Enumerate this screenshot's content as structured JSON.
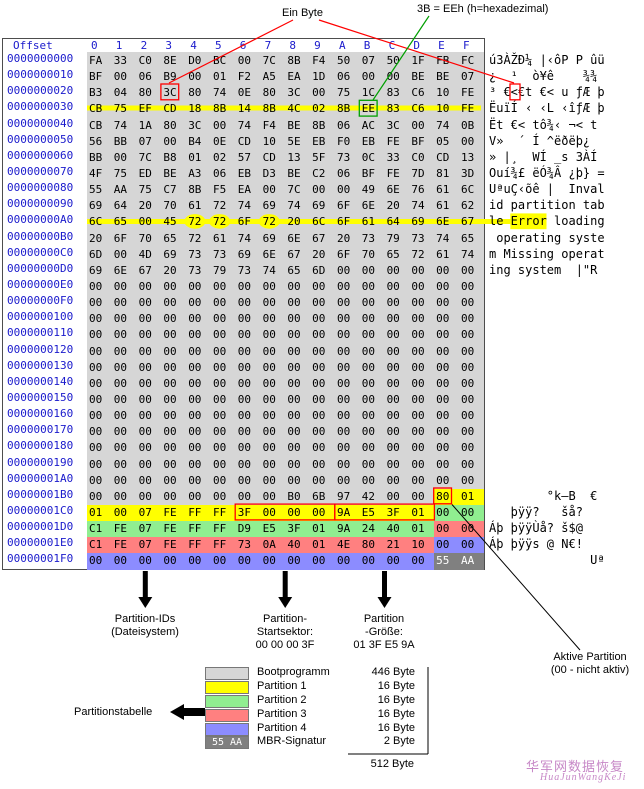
{
  "annotations": {
    "ein_byte": "Ein Byte",
    "eeh_note": "3B = EEh  (h=hexadezimal)",
    "partition_ids": [
      "Partition-IDs",
      "(Dateisystem)"
    ],
    "start_sector": [
      "Partition-",
      "Startsektor:",
      "00 00 00 3F"
    ],
    "size": [
      "Partition",
      "-Größe:",
      "01 3F E5 9A"
    ],
    "active_partition": [
      "Aktive Partition",
      "(00 - nicht aktiv)"
    ],
    "partitionstabelle": "Partitionstabelle"
  },
  "editor": {
    "offset_header": "Offset",
    "col_headers": [
      "0",
      "1",
      "2",
      "3",
      "4",
      "5",
      "6",
      "7",
      "8",
      "9",
      "A",
      "B",
      "C",
      "D",
      "E",
      "F"
    ],
    "offsets": [
      "0000000000",
      "0000000010",
      "0000000020",
      "0000000030",
      "0000000040",
      "0000000050",
      "0000000060",
      "0000000070",
      "0000000080",
      "0000000090",
      "00000000A0",
      "00000000B0",
      "00000000C0",
      "00000000D0",
      "00000000E0",
      "00000000F0",
      "0000000100",
      "0000000110",
      "0000000120",
      "0000000130",
      "0000000140",
      "0000000150",
      "0000000160",
      "0000000170",
      "0000000180",
      "0000000190",
      "00000001A0",
      "00000001B0",
      "00000001C0",
      "00000001D0",
      "00000001E0",
      "00000001F0"
    ],
    "rows": [
      [
        "FA",
        "33",
        "C0",
        "8E",
        "D0",
        "BC",
        "00",
        "7C",
        "8B",
        "F4",
        "50",
        "07",
        "50",
        "1F",
        "FB",
        "FC"
      ],
      [
        "BF",
        "00",
        "06",
        "B9",
        "00",
        "01",
        "F2",
        "A5",
        "EA",
        "1D",
        "06",
        "00",
        "00",
        "BE",
        "BE",
        "07"
      ],
      [
        "B3",
        "04",
        "80",
        "3C",
        "80",
        "74",
        "0E",
        "80",
        "3C",
        "00",
        "75",
        "1C",
        "83",
        "C6",
        "10",
        "FE"
      ],
      [
        "CB",
        "75",
        "EF",
        "CD",
        "18",
        "8B",
        "14",
        "8B",
        "4C",
        "02",
        "8B",
        "EE",
        "83",
        "C6",
        "10",
        "FE"
      ],
      [
        "CB",
        "74",
        "1A",
        "80",
        "3C",
        "00",
        "74",
        "F4",
        "BE",
        "8B",
        "06",
        "AC",
        "3C",
        "00",
        "74",
        "0B"
      ],
      [
        "56",
        "BB",
        "07",
        "00",
        "B4",
        "0E",
        "CD",
        "10",
        "5E",
        "EB",
        "F0",
        "EB",
        "FE",
        "BF",
        "05",
        "00"
      ],
      [
        "BB",
        "00",
        "7C",
        "B8",
        "01",
        "02",
        "57",
        "CD",
        "13",
        "5F",
        "73",
        "0C",
        "33",
        "C0",
        "CD",
        "13"
      ],
      [
        "4F",
        "75",
        "ED",
        "BE",
        "A3",
        "06",
        "EB",
        "D3",
        "BE",
        "C2",
        "06",
        "BF",
        "FE",
        "7D",
        "81",
        "3D"
      ],
      [
        "55",
        "AA",
        "75",
        "C7",
        "8B",
        "F5",
        "EA",
        "00",
        "7C",
        "00",
        "00",
        "49",
        "6E",
        "76",
        "61",
        "6C"
      ],
      [
        "69",
        "64",
        "20",
        "70",
        "61",
        "72",
        "74",
        "69",
        "74",
        "69",
        "6F",
        "6E",
        "20",
        "74",
        "61",
        "62"
      ],
      [
        "6C",
        "65",
        "00",
        "45",
        "72",
        "72",
        "6F",
        "72",
        "20",
        "6C",
        "6F",
        "61",
        "64",
        "69",
        "6E",
        "67"
      ],
      [
        "20",
        "6F",
        "70",
        "65",
        "72",
        "61",
        "74",
        "69",
        "6E",
        "67",
        "20",
        "73",
        "79",
        "73",
        "74",
        "65"
      ],
      [
        "6D",
        "00",
        "4D",
        "69",
        "73",
        "73",
        "69",
        "6E",
        "67",
        "20",
        "6F",
        "70",
        "65",
        "72",
        "61",
        "74"
      ],
      [
        "69",
        "6E",
        "67",
        "20",
        "73",
        "79",
        "73",
        "74",
        "65",
        "6D",
        "00",
        "00",
        "00",
        "00",
        "00",
        "00"
      ],
      [
        "00",
        "00",
        "00",
        "00",
        "00",
        "00",
        "00",
        "00",
        "00",
        "00",
        "00",
        "00",
        "00",
        "00",
        "00",
        "00"
      ],
      [
        "00",
        "00",
        "00",
        "00",
        "00",
        "00",
        "00",
        "00",
        "00",
        "00",
        "00",
        "00",
        "00",
        "00",
        "00",
        "00"
      ],
      [
        "00",
        "00",
        "00",
        "00",
        "00",
        "00",
        "00",
        "00",
        "00",
        "00",
        "00",
        "00",
        "00",
        "00",
        "00",
        "00"
      ],
      [
        "00",
        "00",
        "00",
        "00",
        "00",
        "00",
        "00",
        "00",
        "00",
        "00",
        "00",
        "00",
        "00",
        "00",
        "00",
        "00"
      ],
      [
        "00",
        "00",
        "00",
        "00",
        "00",
        "00",
        "00",
        "00",
        "00",
        "00",
        "00",
        "00",
        "00",
        "00",
        "00",
        "00"
      ],
      [
        "00",
        "00",
        "00",
        "00",
        "00",
        "00",
        "00",
        "00",
        "00",
        "00",
        "00",
        "00",
        "00",
        "00",
        "00",
        "00"
      ],
      [
        "00",
        "00",
        "00",
        "00",
        "00",
        "00",
        "00",
        "00",
        "00",
        "00",
        "00",
        "00",
        "00",
        "00",
        "00",
        "00"
      ],
      [
        "00",
        "00",
        "00",
        "00",
        "00",
        "00",
        "00",
        "00",
        "00",
        "00",
        "00",
        "00",
        "00",
        "00",
        "00",
        "00"
      ],
      [
        "00",
        "00",
        "00",
        "00",
        "00",
        "00",
        "00",
        "00",
        "00",
        "00",
        "00",
        "00",
        "00",
        "00",
        "00",
        "00"
      ],
      [
        "00",
        "00",
        "00",
        "00",
        "00",
        "00",
        "00",
        "00",
        "00",
        "00",
        "00",
        "00",
        "00",
        "00",
        "00",
        "00"
      ],
      [
        "00",
        "00",
        "00",
        "00",
        "00",
        "00",
        "00",
        "00",
        "00",
        "00",
        "00",
        "00",
        "00",
        "00",
        "00",
        "00"
      ],
      [
        "00",
        "00",
        "00",
        "00",
        "00",
        "00",
        "00",
        "00",
        "00",
        "00",
        "00",
        "00",
        "00",
        "00",
        "00",
        "00"
      ],
      [
        "00",
        "00",
        "00",
        "00",
        "00",
        "00",
        "00",
        "00",
        "00",
        "00",
        "00",
        "00",
        "00",
        "00",
        "00",
        "00"
      ],
      [
        "00",
        "00",
        "00",
        "00",
        "00",
        "00",
        "00",
        "00",
        "B0",
        "6B",
        "97",
        "42",
        "00",
        "00",
        "80",
        "01"
      ],
      [
        "01",
        "00",
        "07",
        "FE",
        "FF",
        "FF",
        "3F",
        "00",
        "00",
        "00",
        "9A",
        "E5",
        "3F",
        "01",
        "00",
        "00"
      ],
      [
        "C1",
        "FE",
        "07",
        "FE",
        "FF",
        "FF",
        "D9",
        "E5",
        "3F",
        "01",
        "9A",
        "24",
        "40",
        "01",
        "00",
        "00"
      ],
      [
        "C1",
        "FE",
        "07",
        "FE",
        "FF",
        "FF",
        "73",
        "0A",
        "40",
        "01",
        "4E",
        "80",
        "21",
        "10",
        "00",
        "00"
      ],
      [
        "00",
        "00",
        "00",
        "00",
        "00",
        "00",
        "00",
        "00",
        "00",
        "00",
        "00",
        "00",
        "00",
        "00",
        "55",
        "AA"
      ]
    ],
    "ascii": [
      "ú3ÀŽÐ¼ |‹ôP P ûü",
      "¿  ¹  ò¥ê    ¾¾ ",
      "³ €<€t €< u ƒÆ þ",
      "ËuïÍ ‹ ‹L ‹îƒÆ þ",
      "Ët €< tô¾‹ ¬< t ",
      "V»  ´ Í ^ëðëþ¿  ",
      "» |¸  WÍ _s 3ÀÍ ",
      "Ouí¾£ ëÓ¾Â ¿þ} =",
      "UªuÇ‹õê |  Inval",
      "id partition tab",
      "le Error loading",
      " operating syste",
      "m Missing operat",
      "ing system  |\"R ",
      "",
      "",
      "",
      "",
      "",
      "",
      "",
      "",
      "",
      "",
      "",
      "",
      "",
      "        °k—B  € ",
      "   þÿÿ?   šå?   ",
      "Áþ þÿÿÙå? š$@   ",
      "Áþ þÿÿs @ N€!   ",
      "              Uª"
    ]
  },
  "legend": {
    "items": [
      {
        "label": "Bootprogramm",
        "size": "446 Byte",
        "color": "#D6D6D6",
        "swatch_text": ""
      },
      {
        "label": "Partition 1",
        "size": "16 Byte",
        "color": "#FFFF00",
        "swatch_text": ""
      },
      {
        "label": "Partition 2",
        "size": "16 Byte",
        "color": "#90EE90",
        "swatch_text": ""
      },
      {
        "label": "Partition 3",
        "size": "16 Byte",
        "color": "#FF8080",
        "swatch_text": ""
      },
      {
        "label": "Partition 4",
        "size": "16 Byte",
        "color": "#8C8CFF",
        "swatch_text": ""
      },
      {
        "label": "MBR-Signatur",
        "size": "2 Byte",
        "color": "#808080",
        "swatch_text": "55 AA"
      }
    ],
    "total": "512 Byte"
  },
  "watermark": {
    "line1": "华军网数据恢复",
    "line2": "HuaJunWangKeJi"
  },
  "colors": {
    "offset_text": "#1A1ACC",
    "grid_bg": "#D6D6D6",
    "highlight_yellow": "#FFFF00",
    "box_red": "#FF0000",
    "box_green": "#00A000",
    "partition1": "#FFFF00",
    "partition2": "#90EE90",
    "partition3": "#FF8080",
    "partition4": "#8C8CFF",
    "signature_bg": "#808080",
    "watermark": "#C788C7"
  }
}
